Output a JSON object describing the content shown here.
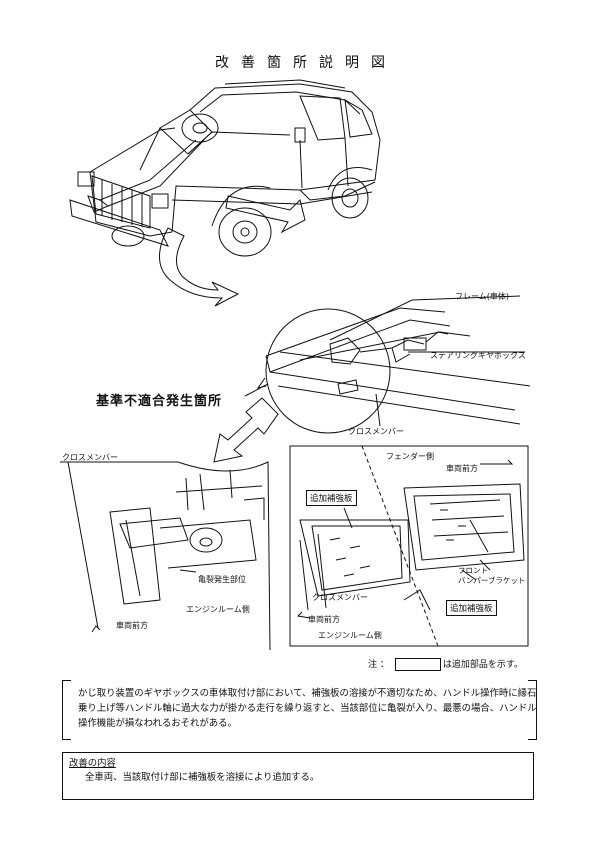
{
  "title": "改善箇所説明図",
  "labels": {
    "frame": "フレーム(車体)",
    "steering_gearbox": "ステアリングギヤボックス",
    "defect_location": "基準不適合発生箇所",
    "cross_member_top": "クロスメンバー",
    "cross_member_left": "クロスメンバー",
    "fender_side": "フェンダー側",
    "vehicle_front_right": "車両前方",
    "additional_plate_1": "追加補強板",
    "front_bumper_bracket": "フロント\nバンパーブラケット",
    "crack_location": "亀裂発生部位",
    "engine_room_left": "エンジンルーム側",
    "vehicle_front_left": "車両前方",
    "cross_member_inset": "クロスメンバー",
    "additional_plate_2": "追加補強板",
    "vehicle_front_bottom": "車両前方",
    "engine_room_bottom": "エンジンルーム側"
  },
  "note": {
    "prefix": "注 ：",
    "suffix": "は追加部品を示す。"
  },
  "description": "かじ取り装置のギヤボックスの車体取付け部において、補強板の溶接が不適切なため、ハンドル操作時に縁石乗り上げ等ハンドル軸に過大な力が掛かる走行を繰り返すと、当該部位に亀裂が入り、最悪の場合、ハンドル操作機能が損なわれるおそれがある。",
  "improvement": {
    "heading": "改善の内容",
    "text": "全車両、当該取付け部に補強板を溶接により追加する。"
  }
}
